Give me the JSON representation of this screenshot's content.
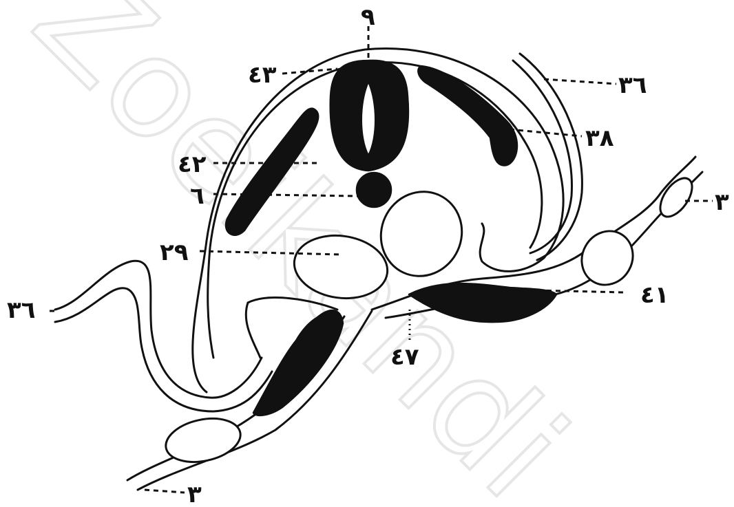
{
  "watermark": "Zoeikandi",
  "labels": {
    "top": "٩",
    "top_left": "٤٣",
    "left_mid": "٤٢",
    "left_six": "٦",
    "left_29": "٢٩",
    "far_left": "٣٦",
    "right_top": "٣٦",
    "right_38": "٣٨",
    "right_3": "٣",
    "right_41": "٤١",
    "bottom_47": "٤٧",
    "bottom_3": "٣"
  }
}
